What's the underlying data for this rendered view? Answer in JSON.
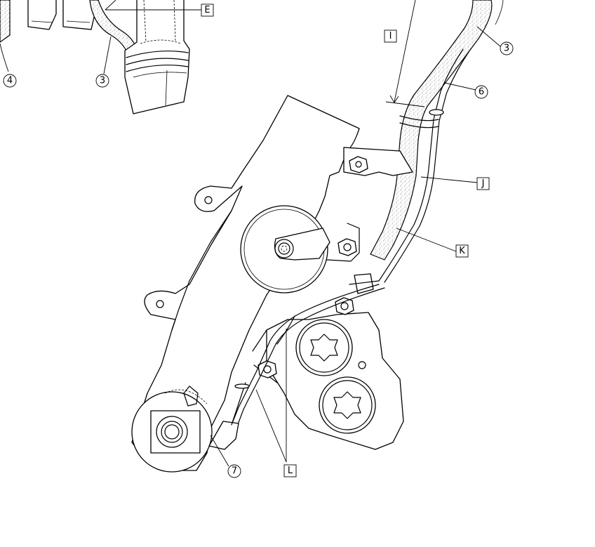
{
  "diagram": {
    "number_callouts": [
      {
        "id": "callout-4",
        "text": "4"
      },
      {
        "id": "callout-3-left",
        "text": "3"
      },
      {
        "id": "callout-3-right",
        "text": "3"
      },
      {
        "id": "callout-6",
        "text": "6"
      },
      {
        "id": "callout-7",
        "text": "7"
      }
    ],
    "letter_labels": [
      {
        "id": "label-E",
        "text": "E"
      },
      {
        "id": "label-I",
        "text": "I"
      },
      {
        "id": "label-J",
        "text": "J"
      },
      {
        "id": "label-K",
        "text": "K"
      },
      {
        "id": "label-L",
        "text": "L"
      }
    ]
  }
}
